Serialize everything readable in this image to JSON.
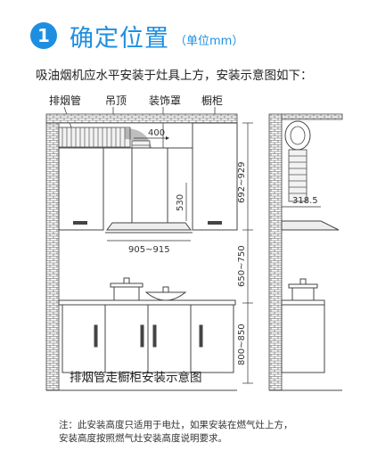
{
  "step": {
    "number": "1",
    "title": "确定位置",
    "unit": "（单位mm）"
  },
  "instruction": "吸油烟机应水平安装于灶具上方，安装示意图如下：",
  "labels": {
    "duct": "排烟管",
    "ceiling": "吊顶",
    "cover": "装饰罩",
    "cabinet": "橱柜"
  },
  "dimensions": {
    "d400": "400",
    "d530": "530",
    "d905_915": "905~915",
    "d692_929": "692~929",
    "d650_750": "650~750",
    "d800_850": "800~850",
    "d318_5": "318.5"
  },
  "caption": "排烟管走橱柜安装示意图",
  "note": [
    "注：此安装高度只适用于电灶，如果安装在燃气灶上方，",
    "安装高度按照燃气灶安装高度说明要求。"
  ]
}
